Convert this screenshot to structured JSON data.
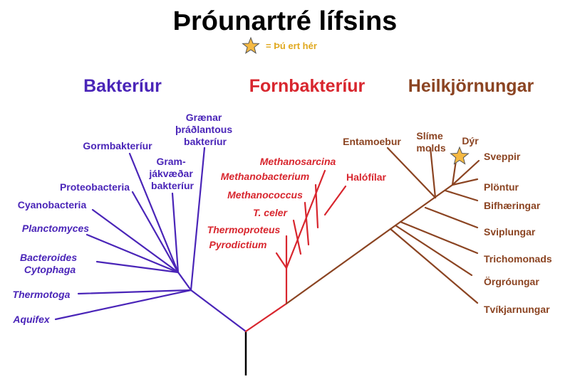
{
  "title": "Þróunartré lífsins",
  "legend": {
    "text": "= Þú ert hér",
    "icon": "star-icon",
    "star_color": "#f5b942",
    "text_color": "#e0a81e"
  },
  "colors": {
    "bacteria": "#4a25b8",
    "archaea": "#d8262e",
    "eukaryota": "#8b4422",
    "root": "#000000"
  },
  "domains": {
    "bacteria": "Bakteríur",
    "archaea": "Fornbakteríur",
    "eukaryota": "Heilkjörnungar"
  },
  "bacteria": {
    "green_nonsulfur": [
      "Grænar",
      "þráðlantous",
      "bakteríur"
    ],
    "gram_positive": [
      "Gram-",
      "jákvæðar",
      "bakteríur"
    ],
    "spirochetes": "Gormbakteríur",
    "proteobacteria": "Proteobacteria",
    "cyanobacteria": "Cyanobacteria",
    "planctomyces": "Planctomyces",
    "bacteroides": [
      "Bacteroides",
      "Cytophaga"
    ],
    "thermotoga": "Thermotoga",
    "aquifex": "Aquifex"
  },
  "archaea": {
    "methanosarcina": "Methanosarcina",
    "methanobacterium": "Methanobacterium",
    "halophiles": "Halófílar",
    "methanococcus": "Methanococcus",
    "t_celer": "T. celer",
    "thermoproteus": "Thermoproteus",
    "pyrodictium": "Pyrodictium"
  },
  "eukaryota": {
    "entamoebae": "Entamoebur",
    "slime_molds": [
      "Slíme",
      "molds"
    ],
    "animals": "Dýr",
    "fungi": "Sveppir",
    "plants": "Plöntur",
    "ciliates": "Bifhæringar",
    "flagellates": "Sviplungar",
    "trichomonads": "Trichomonads",
    "microsporidia": "Örgróungar",
    "diplomonads": "Tvíkjarnungar"
  }
}
